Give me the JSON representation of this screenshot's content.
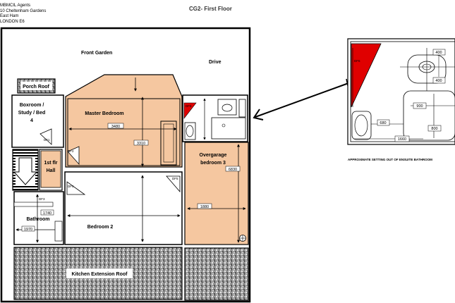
{
  "header": {
    "lines": [
      "MBMCIL Agents",
      "10 Cheltenham Gardens",
      "East Ham",
      "LONDON E6"
    ],
    "title": "CG2- First Floor"
  },
  "plan": {
    "front_garden": "Front Garden",
    "drive": "Drive",
    "porch_roof": "Porch Roof",
    "boxroom": [
      "Boxroom /",
      "Study / Bed",
      "4"
    ],
    "master_bedroom": "Master Bedroom",
    "hall": [
      "1st flr",
      "Hall"
    ],
    "overgarage": [
      "Overgarage",
      "bedroom 3"
    ],
    "bathroom": "Bathroom",
    "bedroom2": "Bedroom 2",
    "kitchen_roof": "Kitchen Extension Roof",
    "dims": {
      "master_w": "3480",
      "master_h": "3310",
      "over_h": "6830",
      "over_w": "1880",
      "bath_w": "1970",
      "bath_h": "1740"
    },
    "tags": {
      "df1": "DF1",
      "df2": "DF2",
      "df3": "DF3",
      "df4": "DF4",
      "df5": "DF5",
      "df6": "DF6"
    }
  },
  "ensuite": {
    "caption": "APPROXIMATE SETTING OUT OF ENSUITE BATHROOM",
    "dims": {
      "d400a": "400",
      "d400b": "400",
      "d900": "900",
      "d680": "680",
      "d800": "800",
      "d1660": "1660"
    },
    "tag": "DF6"
  },
  "colors": {
    "room_fill": "#f5c7a0",
    "red": "#e00000",
    "gravel": "#888888"
  }
}
